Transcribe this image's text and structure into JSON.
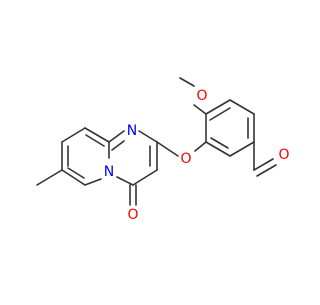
{
  "molecule": {
    "atoms": {
      "O_methoxy": "O",
      "O_ether": "O",
      "O_aldehyde": "O",
      "O_keto": "O",
      "N_ring": "N",
      "N_bridge": "N"
    },
    "colors": {
      "bond": "#333333",
      "oxygen": "#ff0000",
      "nitrogen": "#0000ff"
    }
  }
}
